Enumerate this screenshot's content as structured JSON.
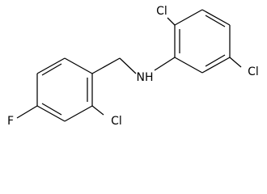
{
  "molecule": {
    "atoms": {
      "cl_top": "Cl",
      "cl_right": "Cl",
      "nh": "NH",
      "cl_bottom": "Cl",
      "f": "F"
    },
    "colors": {
      "bond": "#000000",
      "label": "#000000",
      "background": "#ffffff"
    }
  }
}
